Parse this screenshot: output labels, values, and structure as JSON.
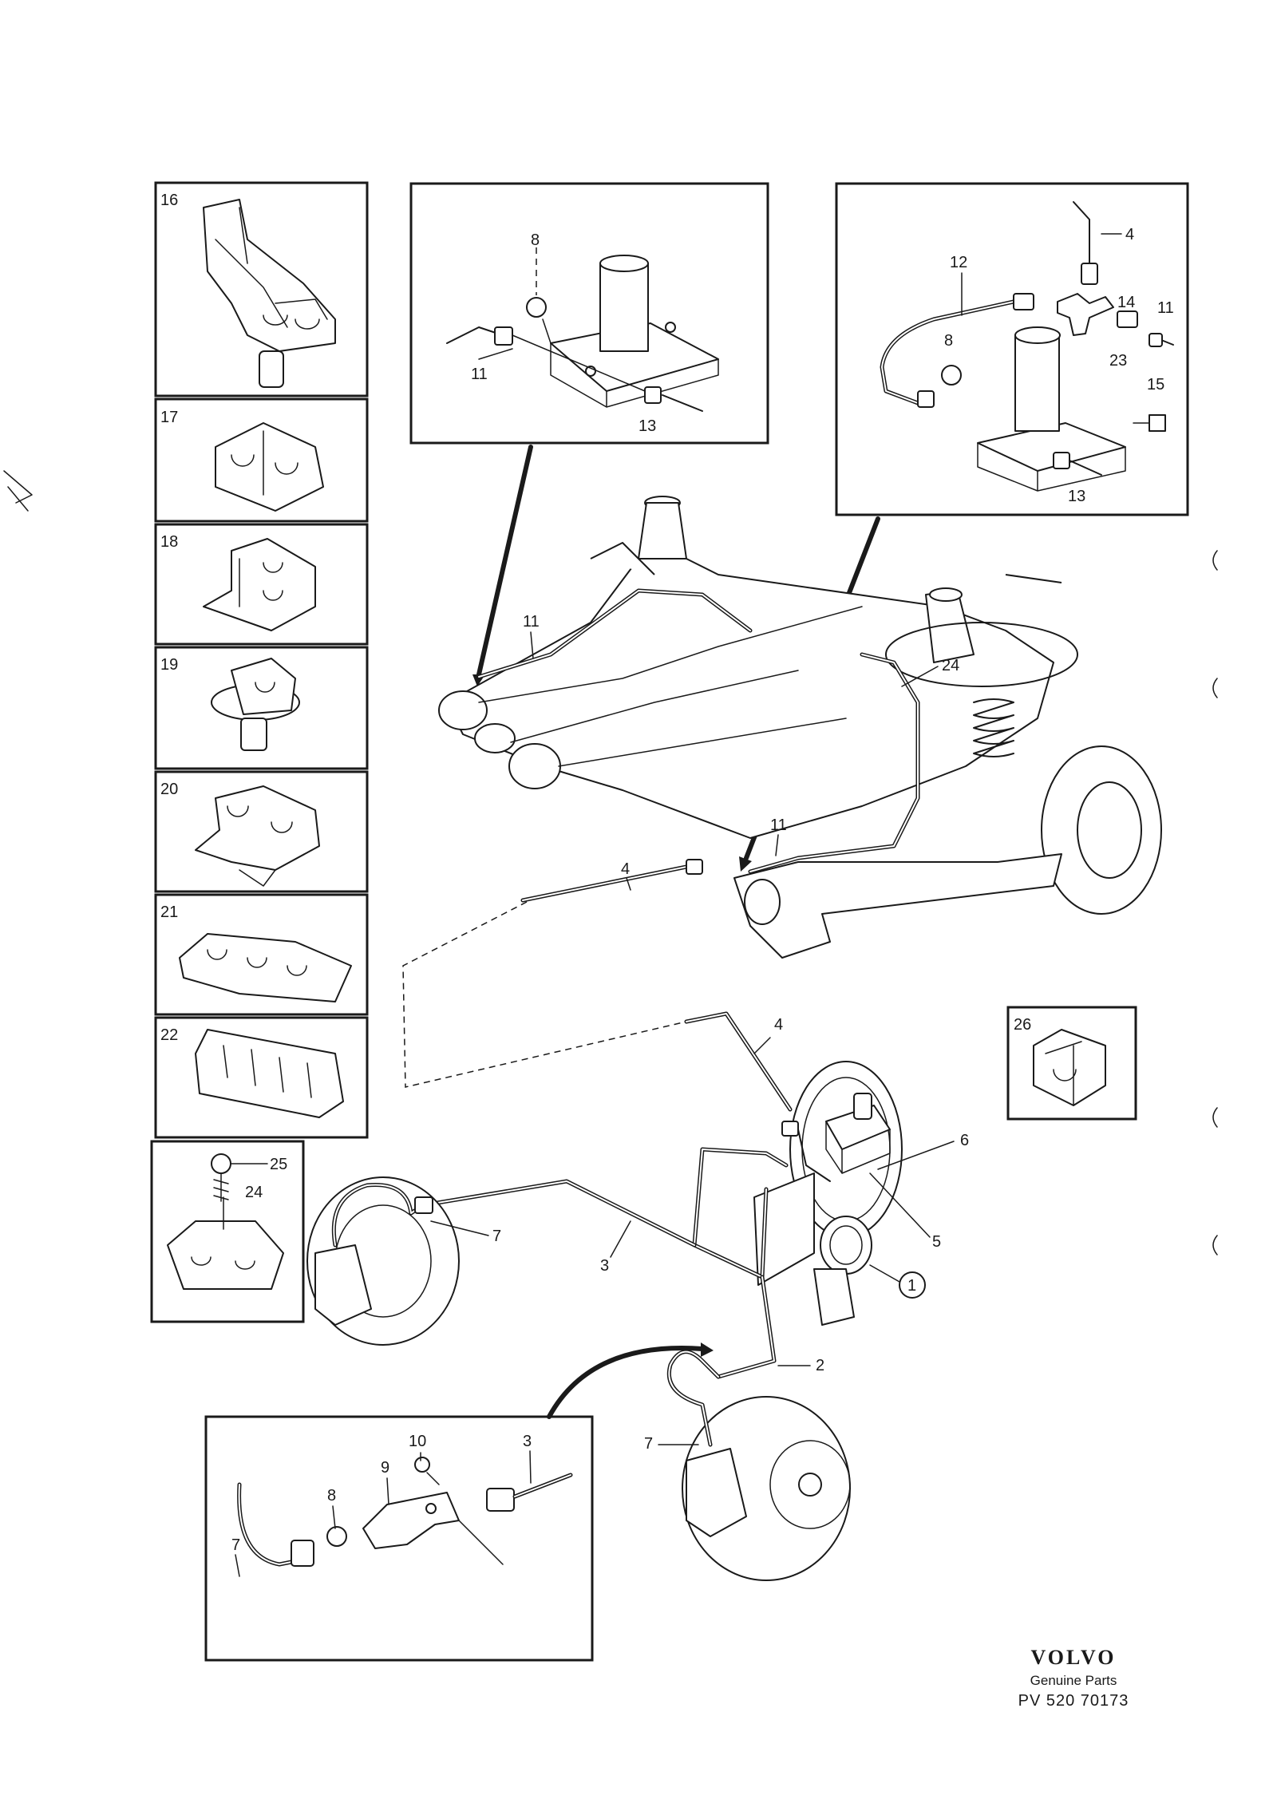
{
  "callouts": {
    "panel_left": {
      "c8": "8",
      "c11": "11",
      "c13": "13"
    },
    "panel_right": {
      "c4": "4",
      "c12": "12",
      "c14": "14",
      "c11": "11",
      "c8": "8",
      "c23": "23",
      "c15": "15",
      "c13": "13"
    },
    "axle": {
      "c11a": "11",
      "c24": "24",
      "c11b": "11",
      "c4": "4"
    },
    "booster": {
      "c4": "4",
      "c6": "6",
      "c7": "7",
      "c5": "5",
      "c3": "3",
      "c1": "1",
      "c2": "2",
      "c7b": "7"
    },
    "detail": {
      "c10": "10",
      "c3": "3",
      "c9": "9",
      "c8": "8",
      "c7": "7"
    }
  },
  "clip_list": {
    "items": [
      {
        "num": "16"
      },
      {
        "num": "17"
      },
      {
        "num": "18"
      },
      {
        "num": "19"
      },
      {
        "num": "20"
      },
      {
        "num": "21"
      },
      {
        "num": "22"
      }
    ],
    "screw_cell": {
      "c25": "25",
      "c24": "24"
    },
    "single_clip": {
      "num": "26"
    }
  },
  "brand": {
    "logo": "VOLVO",
    "subtitle": "Genuine Parts",
    "code": "PV 520 70173"
  }
}
